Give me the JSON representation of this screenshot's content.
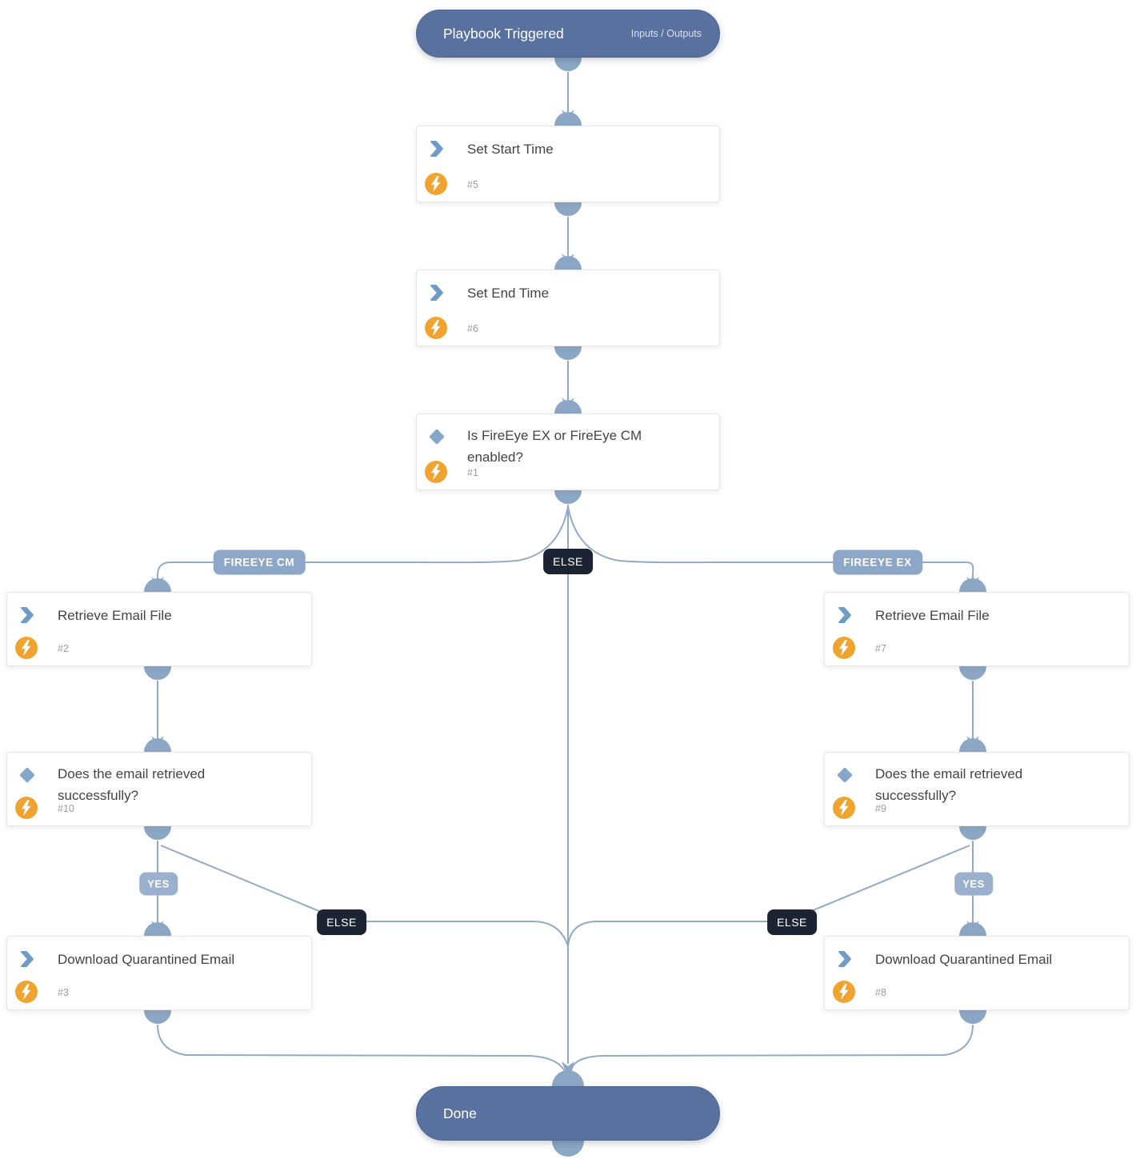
{
  "playbook": {
    "trigger": {
      "title": "Playbook Triggered",
      "io_link": "Inputs / Outputs"
    },
    "done_label": "Done",
    "nodes": [
      {
        "num": "#5",
        "title": "Set Start Time",
        "kind": "task"
      },
      {
        "num": "#6",
        "title": "Set End Time",
        "kind": "task"
      },
      {
        "num": "#1",
        "title": "Is FireEye EX or FireEye CM enabled?",
        "kind": "condition"
      },
      {
        "num": "#2",
        "title": "Retrieve Email File",
        "kind": "task"
      },
      {
        "num": "#10",
        "title": "Does the email retrieved successfully?",
        "kind": "condition"
      },
      {
        "num": "#3",
        "title": "Download Quarantined Email",
        "kind": "task"
      },
      {
        "num": "#7",
        "title": "Retrieve Email File",
        "kind": "task"
      },
      {
        "num": "#9",
        "title": "Does the email retrieved successfully?",
        "kind": "condition"
      },
      {
        "num": "#8",
        "title": "Download Quarantined Email",
        "kind": "task"
      }
    ],
    "edge_labels": {
      "cm": "FIREEYE CM",
      "ex": "FIREEYE EX",
      "else_root": "ELSE",
      "yes_left": "YES",
      "else_left": "ELSE",
      "yes_right": "YES",
      "else_right": "ELSE"
    },
    "colors": {
      "pill": "#59719f",
      "edge_line": "#93aac7",
      "connector": "#8ca7c5",
      "branch_label": "#8ca7c7",
      "yes_label": "#9bb0cd",
      "dark_label": "#1c2332",
      "automation_bolt": "#f0a42f",
      "task_icon": "#6f9cc6",
      "title_text": "#414347",
      "num_text": "#9b9b9b"
    }
  }
}
